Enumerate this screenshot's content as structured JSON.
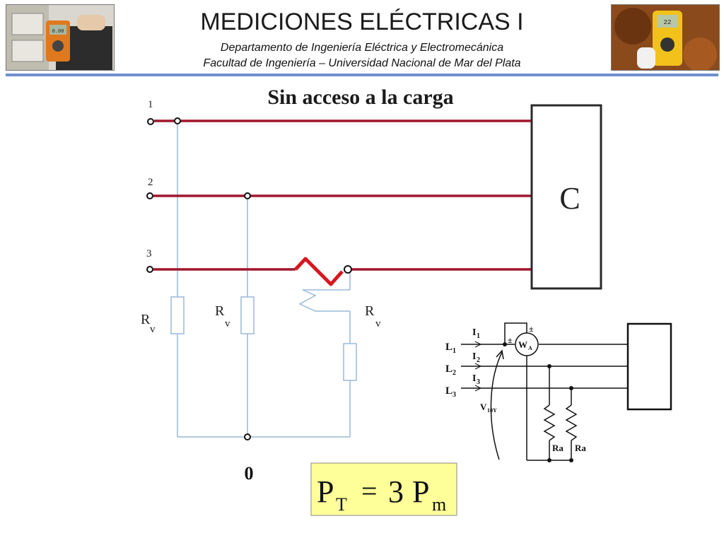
{
  "header": {
    "title": "MEDICIONES ELÉCTRICAS I",
    "subtitle_1": "Departamento de Ingeniería Eléctrica y Electromecánica",
    "subtitle_2": "Facultad de Ingeniería – Universidad Nacional de Mar del Plata",
    "meter_display_left": "0.00",
    "meter_display_right": "22"
  },
  "diagram": {
    "heading": "Sin acceso a la carga",
    "terminals": [
      "1",
      "2",
      "3"
    ],
    "load_label": "C",
    "resistor_label": "R",
    "resistor_subscript": "v",
    "neutral_label": "0",
    "colors": {
      "line": "#a0172d",
      "wiring": "#9ab8d8",
      "formula_bg": "#ffff99"
    }
  },
  "formula": {
    "lhs": "P",
    "lhs_sub": "T",
    "equals": "=",
    "coef": "3",
    "rhs": "P",
    "rhs_sub": "m"
  },
  "inset": {
    "lines": [
      {
        "name": "L",
        "sub": "1"
      },
      {
        "name": "L",
        "sub": "2"
      },
      {
        "name": "L",
        "sub": "3"
      }
    ],
    "currents": [
      {
        "name": "I",
        "sub": "1"
      },
      {
        "name": "I",
        "sub": "2"
      },
      {
        "name": "I",
        "sub": "3"
      }
    ],
    "wattmeter": {
      "name": "W",
      "sub": "A"
    },
    "voltage": {
      "name": "V",
      "sub": "10Y"
    },
    "pm": "±",
    "resistor": "Ra"
  }
}
